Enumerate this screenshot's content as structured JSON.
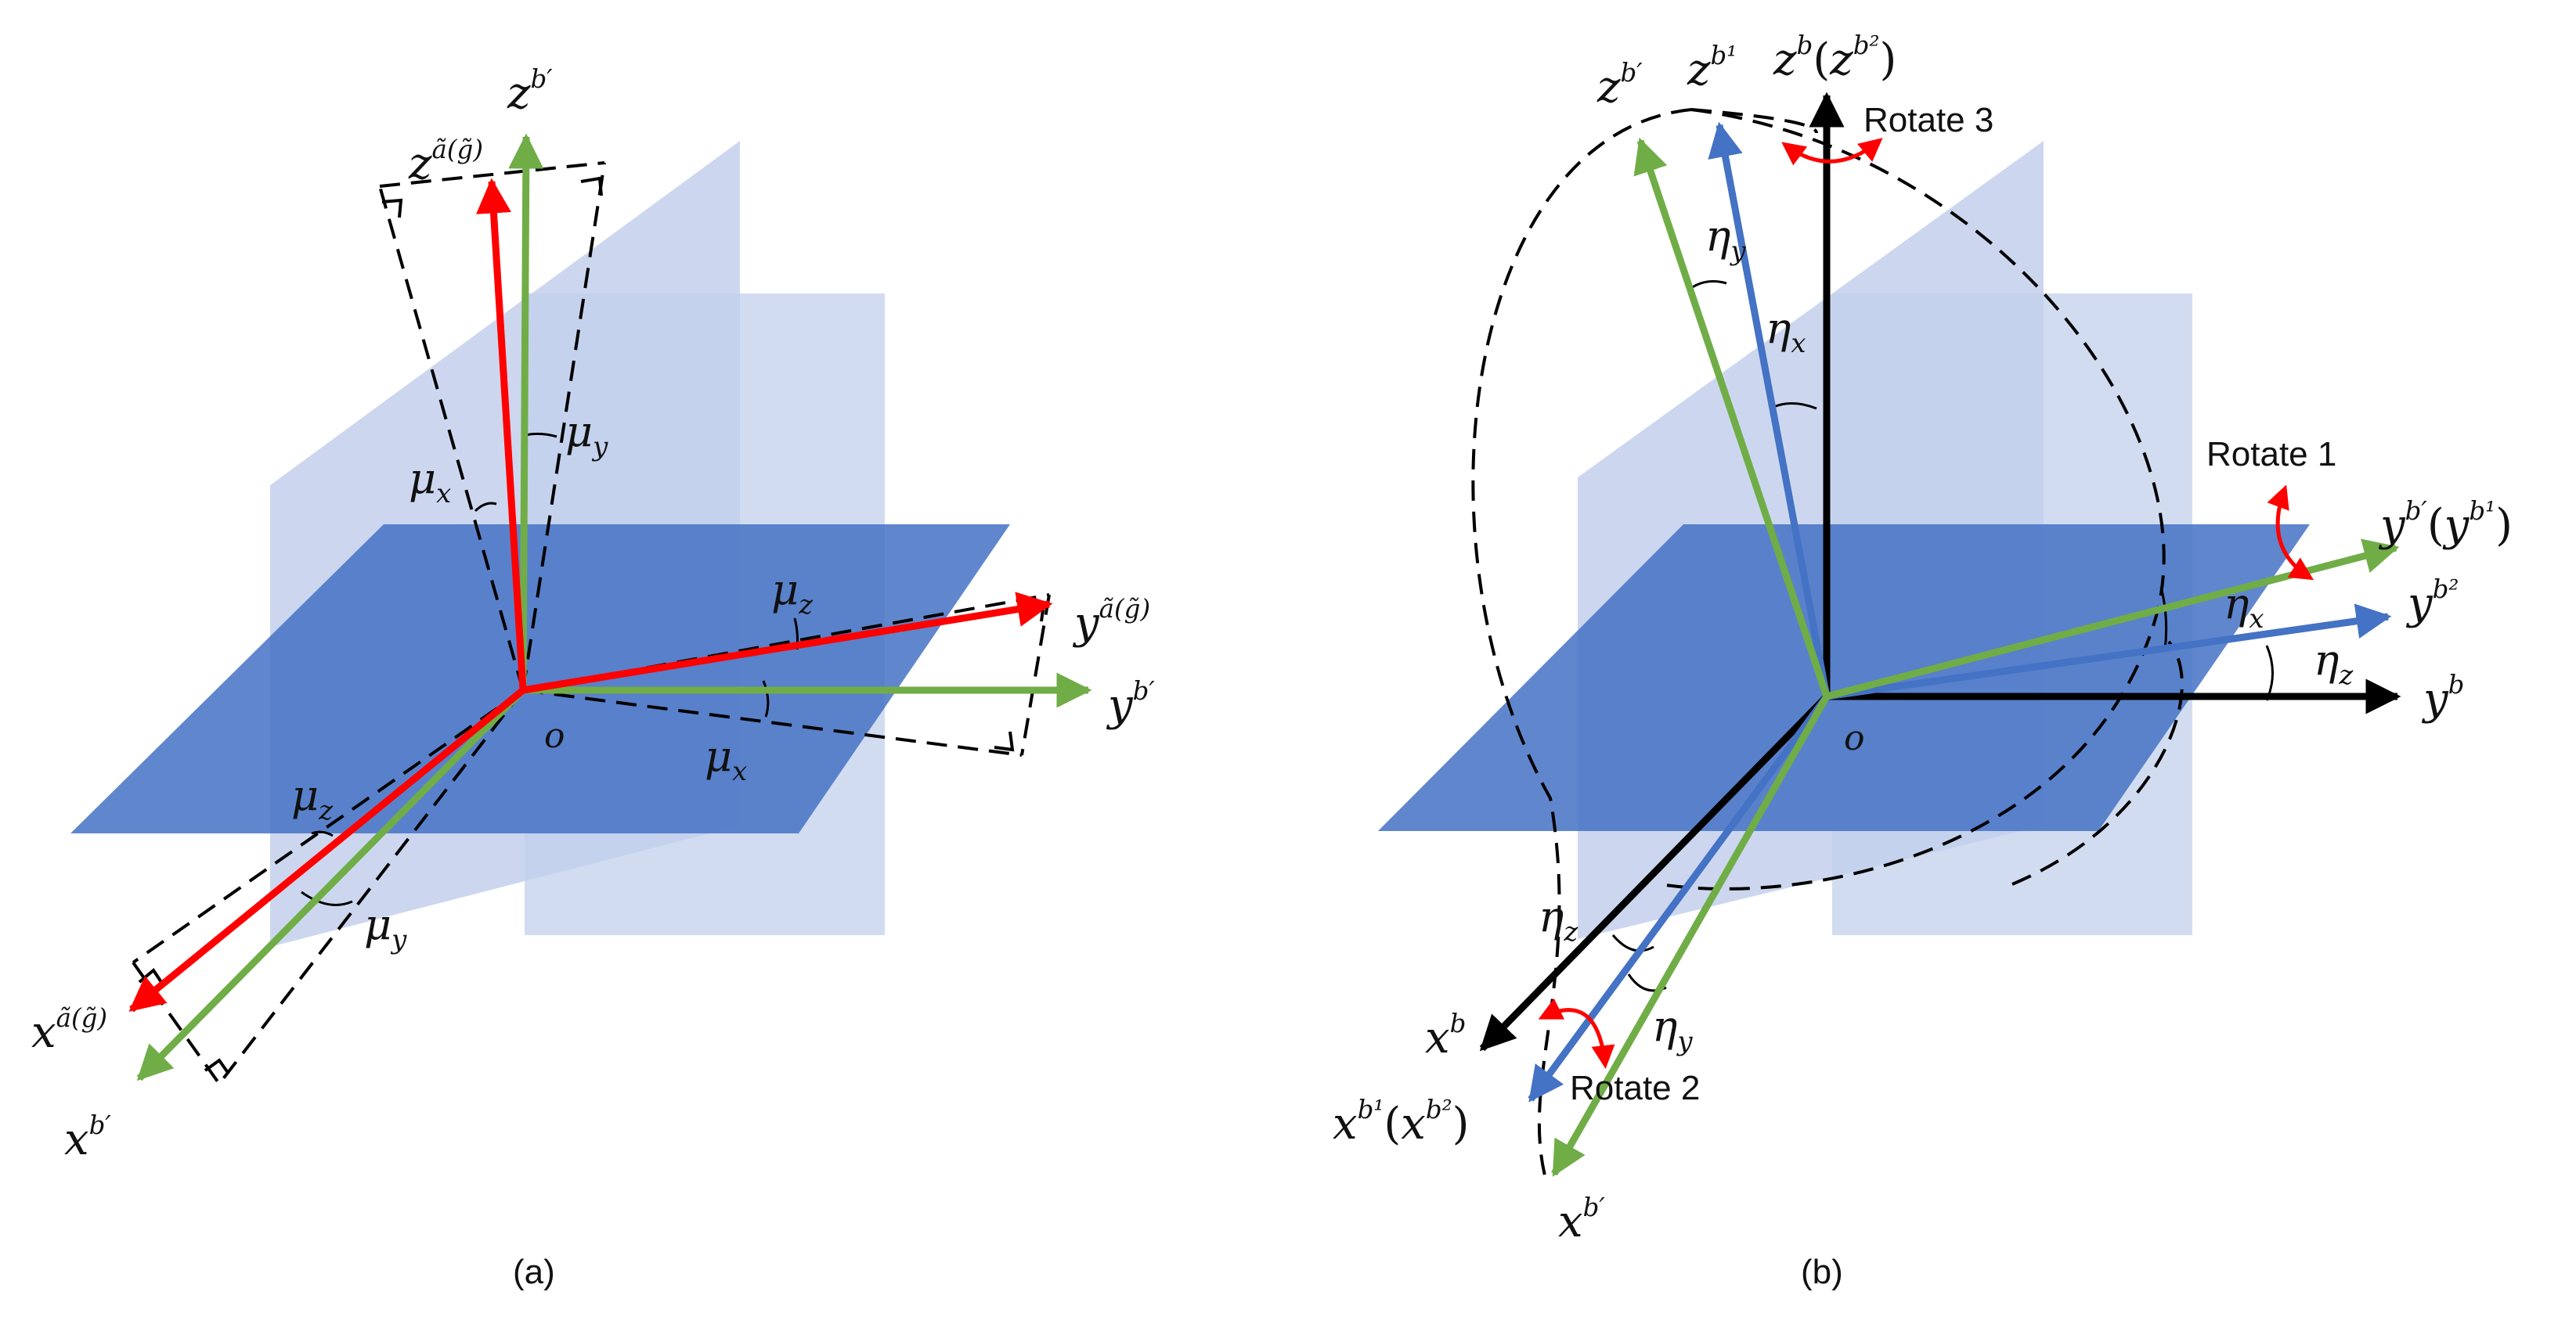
{
  "colors": {
    "reference_axis": "#70AD47",
    "sensor_axis": "#FF0000",
    "intermediate_axis": "#4472C4",
    "body_axis": "#000000",
    "plane_dark": "#4472C4",
    "plane_light": "#C3D0EC",
    "rotation_arrow": "#FF0000"
  },
  "panel_a": {
    "caption": "(a)",
    "origin_label": "o",
    "axes": {
      "z_ref": {
        "base": "z",
        "sup": "b′"
      },
      "z_sensor": {
        "base": "z",
        "sup": "ã(g̃)"
      },
      "y_ref": {
        "base": "y",
        "sup": "b′"
      },
      "y_sensor": {
        "base": "y",
        "sup": "ã(g̃)"
      },
      "x_ref": {
        "base": "x",
        "sup": "b′"
      },
      "x_sensor": {
        "base": "x",
        "sup": "ã(g̃)"
      }
    },
    "angles": {
      "mu_x_top": {
        "base": "μ",
        "sub": "x"
      },
      "mu_y_top": {
        "base": "μ",
        "sub": "y"
      },
      "mu_z_right": {
        "base": "μ",
        "sub": "z"
      },
      "mu_x_right": {
        "base": "μ",
        "sub": "x"
      },
      "mu_z_left": {
        "base": "μ",
        "sub": "z"
      },
      "mu_y_left": {
        "base": "μ",
        "sub": "y"
      }
    }
  },
  "panel_b": {
    "caption": "(b)",
    "origin_label": "o",
    "axes": {
      "z_b_prime": {
        "base": "z",
        "sup": "b′"
      },
      "z_b1": {
        "base": "z",
        "sup": "b¹"
      },
      "z_b": {
        "base": "z",
        "sup": "b",
        "paren_base": "z",
        "paren_sup": "b²"
      },
      "y_b_prime": {
        "base": "y",
        "sup": "b′",
        "paren_base": "y",
        "paren_sup": "b¹"
      },
      "y_b2": {
        "base": "y",
        "sup": "b²"
      },
      "y_b": {
        "base": "y",
        "sup": "b"
      },
      "x_b": {
        "base": "x",
        "sup": "b"
      },
      "x_b1": {
        "base": "x",
        "sup": "b¹",
        "paren_base": "x",
        "paren_sup": "b²"
      },
      "x_b_prime": {
        "base": "x",
        "sup": "b′"
      }
    },
    "angles": {
      "eta_y_top": {
        "base": "η",
        "sub": "y"
      },
      "eta_x_top": {
        "base": "η",
        "sub": "x"
      },
      "eta_x_right": {
        "base": "η",
        "sub": "x"
      },
      "eta_z_right": {
        "base": "η",
        "sub": "z"
      },
      "eta_z_left": {
        "base": "η",
        "sub": "z"
      },
      "eta_y_left": {
        "base": "η",
        "sub": "y"
      }
    },
    "rotations": {
      "rotate_1": "Rotate 1",
      "rotate_2": "Rotate 2",
      "rotate_3": "Rotate 3"
    }
  }
}
